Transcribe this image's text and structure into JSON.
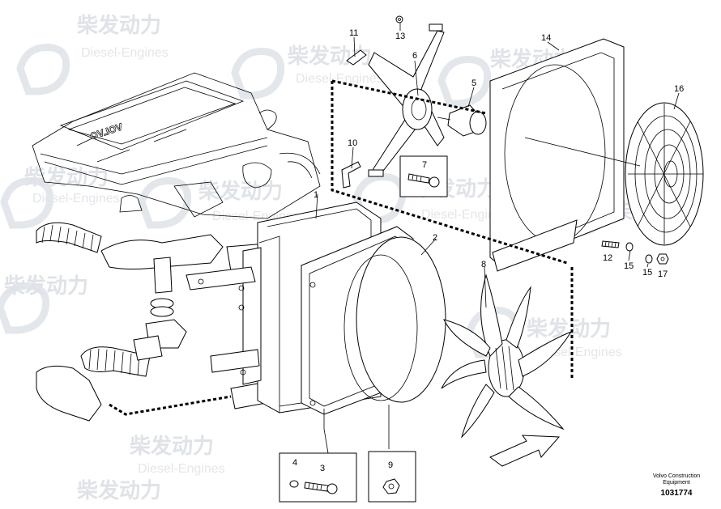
{
  "watermark": {
    "brand_cn": "柴发动力",
    "brand_en": "Diesel-Engines"
  },
  "engine_logo": "VOLVO",
  "callouts": [
    "1",
    "2",
    "3",
    "4",
    "5",
    "6",
    "7",
    "8",
    "9",
    "10",
    "11",
    "12",
    "13",
    "14",
    "15",
    "15",
    "16",
    "17"
  ],
  "caption": {
    "line1": "Volvo Construction",
    "line2": "Equipment",
    "number": "1031774"
  }
}
